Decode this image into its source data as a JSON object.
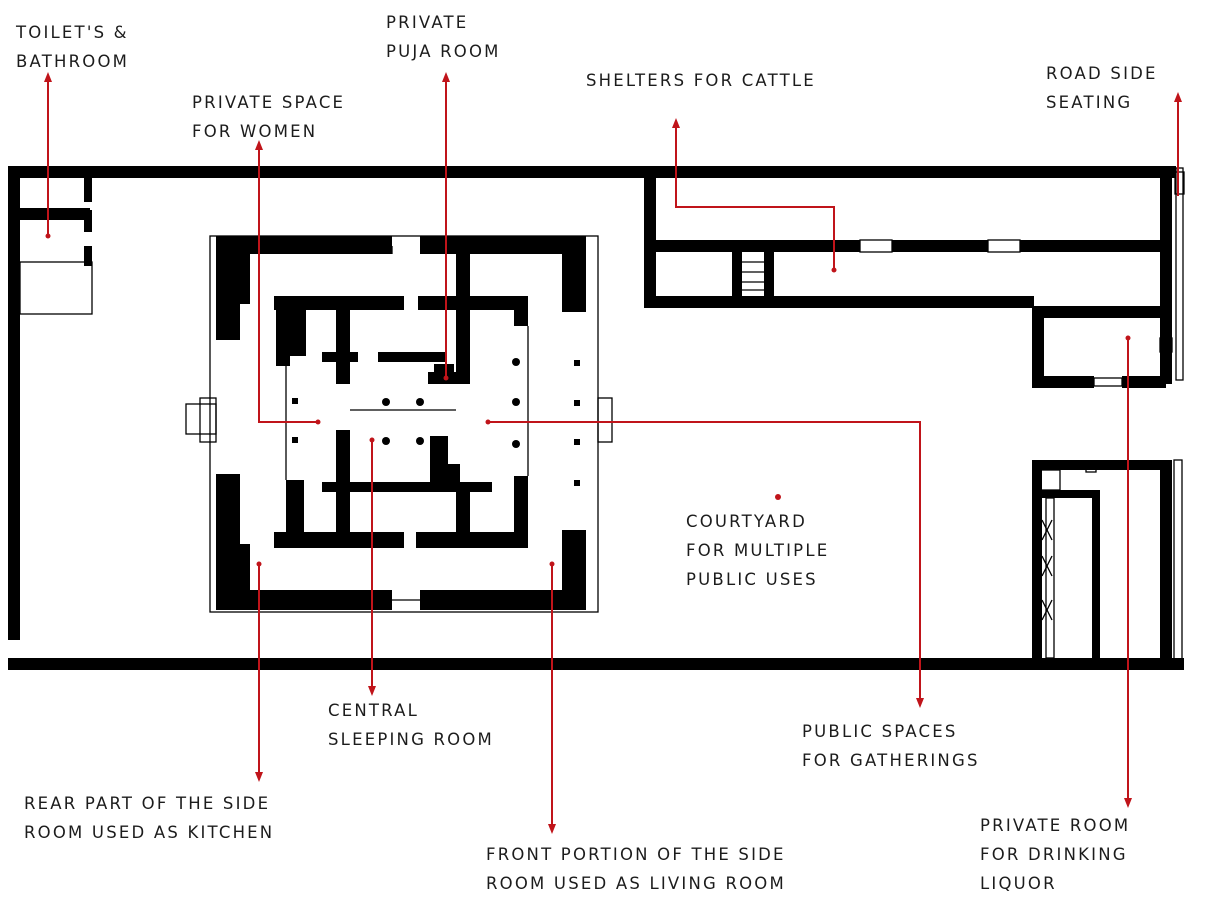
{
  "labels": {
    "toilet": [
      "TOILET'S &",
      "BATHROOM"
    ],
    "puja": [
      "PRIVATE",
      "PUJA ROOM"
    ],
    "cattle": [
      "SHELTERS FOR CATTLE"
    ],
    "roadside": [
      "ROAD SIDE",
      "SEATING"
    ],
    "women": [
      "PRIVATE SPACE",
      "FOR WOMEN"
    ],
    "courtyard": [
      "COURTYARD",
      "FOR MULTIPLE",
      "PUBLIC USES"
    ],
    "sleeping": [
      "CENTRAL",
      "SLEEPING ROOM"
    ],
    "gatherings": [
      "PUBLIC SPACES",
      "FOR GATHERINGS"
    ],
    "kitchen": [
      "REAR PART OF THE SIDE",
      "ROOM USED AS KITCHEN"
    ],
    "living": [
      "FRONT PORTION OF THE SIDE",
      "ROOM USED AS LIVING ROOM"
    ],
    "liquor": [
      "PRIVATE ROOM",
      "FOR DRINKING",
      "LIQUOR"
    ]
  },
  "colors": {
    "leader": "#c0141a",
    "wall": "#000000",
    "text": "#1c1c1c"
  }
}
